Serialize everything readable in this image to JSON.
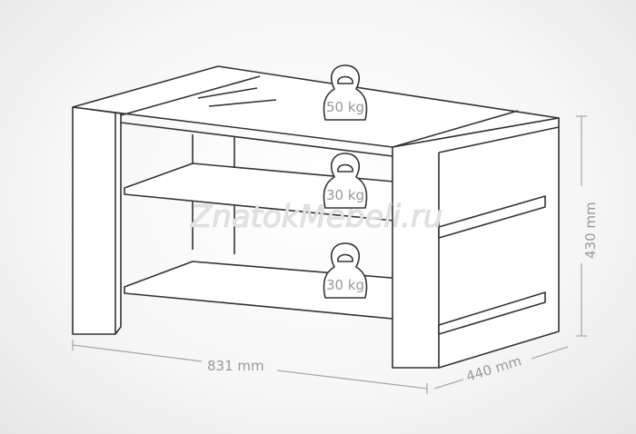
{
  "weights": {
    "top": "50 kg",
    "middle_shelf": "30 kg",
    "bottom_shelf": "30 kg"
  },
  "dimensions": {
    "width": "831 mm",
    "depth": "440 mm",
    "height": "430 mm"
  },
  "watermark": "ZnatokMebeli.ru"
}
